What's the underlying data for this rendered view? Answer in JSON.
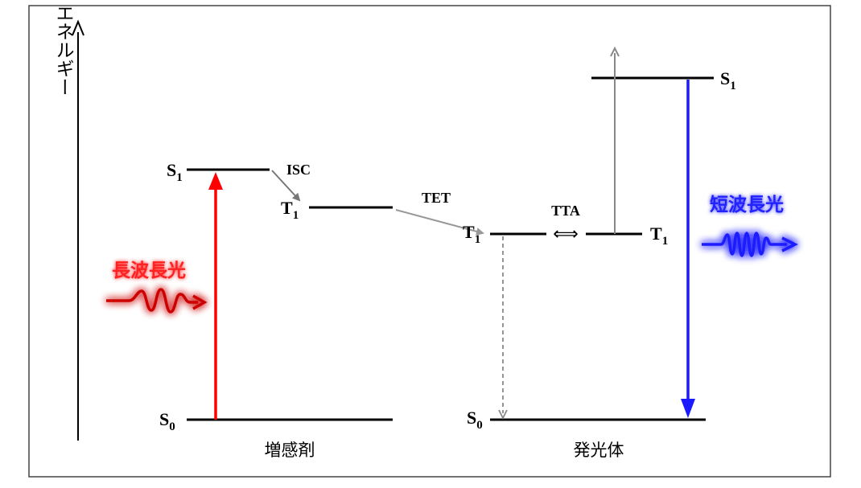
{
  "axis": {
    "label": "エネルギー"
  },
  "sensitizer": {
    "name": "増感剤",
    "s1": {
      "base": "S",
      "sub": "1"
    },
    "t1": {
      "base": "T",
      "sub": "1"
    },
    "s0": {
      "base": "S",
      "sub": "0"
    },
    "isc": "ISC",
    "input_light": "長波長光"
  },
  "transfer": {
    "tet": "TET",
    "tta": "TTA",
    "tta_symbol": "⟺"
  },
  "emitter": {
    "name": "発光体",
    "s1": {
      "base": "S",
      "sub": "1"
    },
    "t1_left": {
      "base": "T",
      "sub": "1"
    },
    "t1_right": {
      "base": "T",
      "sub": "1"
    },
    "s0": {
      "base": "S",
      "sub": "0"
    },
    "output_light": "短波長光"
  },
  "colors": {
    "absorption": "#ff0000",
    "emission": "#1a1aff",
    "transfer_arrow": "#999999",
    "level": "#000000",
    "border": "#444444"
  }
}
